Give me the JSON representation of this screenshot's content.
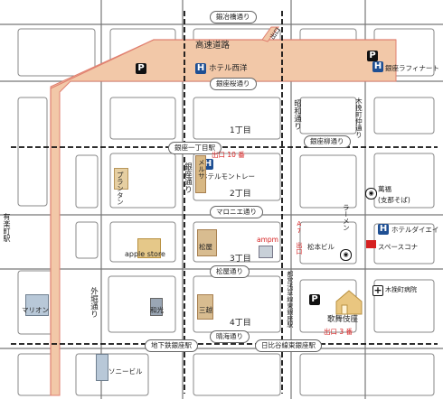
{
  "streets": {
    "kajibashi": "鍛冶橋通り",
    "sakurazaka": "銀座桜通り",
    "yanagi": "銀座柳通り",
    "marronnier": "マロニエ通り",
    "matsuya": "松屋通り",
    "harumi": "晴海通り",
    "showa": "昭和通り",
    "kobikicho": "木挽町仲通り",
    "ginza_dori": "銀座通り",
    "sotobori": "外堀通り",
    "highway": "高速道路"
  },
  "blocks": {
    "c1": "1丁目",
    "c2": "2丁目",
    "c3": "3丁目",
    "c4": "4丁目"
  },
  "places": {
    "hotel_seiyo": "ホテル西洋",
    "hotel_monterey": "ホテルモントレー",
    "ginza_lafinat": "銀座ラフィナート",
    "hotel_daiei": "ホテルダイエイ",
    "mangetsu": "萬福",
    "mangetsu_sub": "(支那そば)",
    "ramen": "ラーメン",
    "space": "スペースコナ",
    "kobikicho_hospital": "木挽町病院",
    "kabukiza": "歌舞伎座",
    "printemps": "プランタン",
    "melsa": "メルサ",
    "apple_store": "apple store",
    "matsuya": "松屋",
    "ampm": "ampm",
    "matsumoto": "松本ビル",
    "mitsukoshi": "三越",
    "marion": "マリオン",
    "wako": "和光",
    "sony": "ソニービル",
    "yurakucho_station": "有楽町駅"
  },
  "stations": {
    "ginza_itchome": "銀座一丁目駅",
    "ginza_subway": "地下鉄銀座駅",
    "higashi_ginza": "日比谷線東銀座駅",
    "toei_asakusa": "都営浅草線東銀座駅"
  },
  "exits": {
    "exit10": "出口 10 番",
    "exit3": "出口 3 番",
    "a7": "A7 出口",
    "highway_exit": "出口"
  },
  "legend_colors": {
    "highway": "#f2c8a8",
    "highway_edge": "#e08070",
    "subway_line": "#111111",
    "hotel": "#1e4f93",
    "accent_red": "#d62020"
  }
}
